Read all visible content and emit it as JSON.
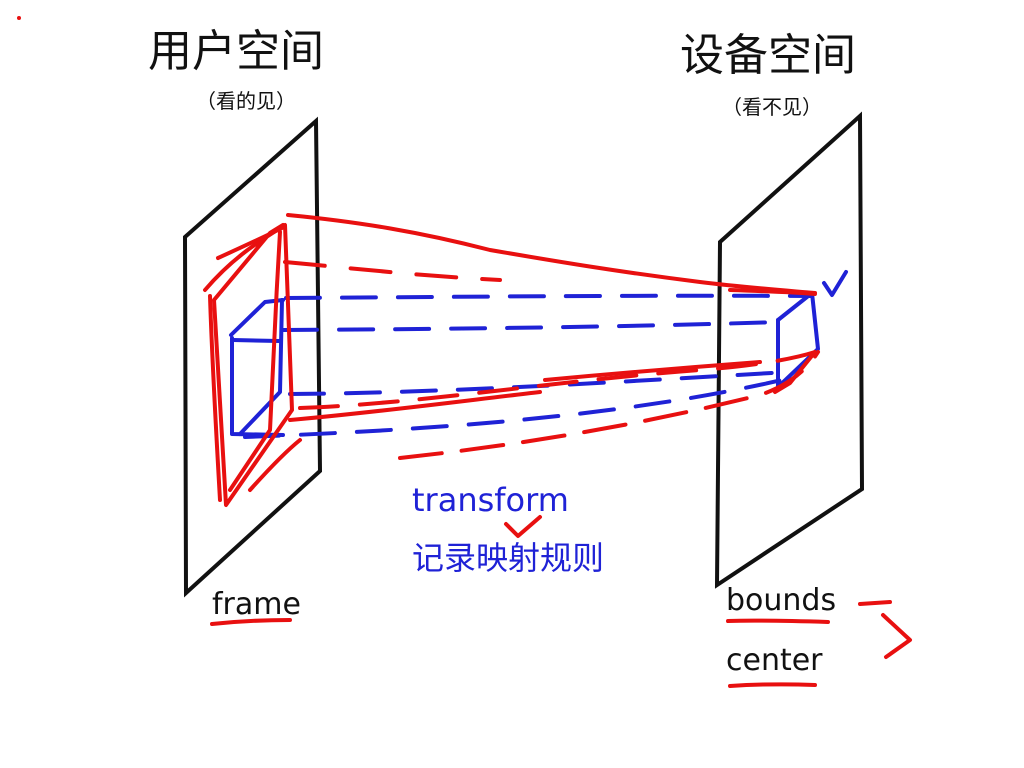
{
  "user_space": {
    "title": "用户空间",
    "subtitle": "（看的见）",
    "frame_label": "frame"
  },
  "device_space": {
    "title": "设备空间",
    "subtitle": "（看不见）",
    "bounds_label": "bounds",
    "center_label": "center"
  },
  "mapping": {
    "transform_label": "transform",
    "description": "记录映射规则"
  },
  "colors": {
    "ink_black": "#111111",
    "ink_red": "#e81010",
    "ink_blue": "#1f22d6",
    "background": "#ffffff"
  }
}
